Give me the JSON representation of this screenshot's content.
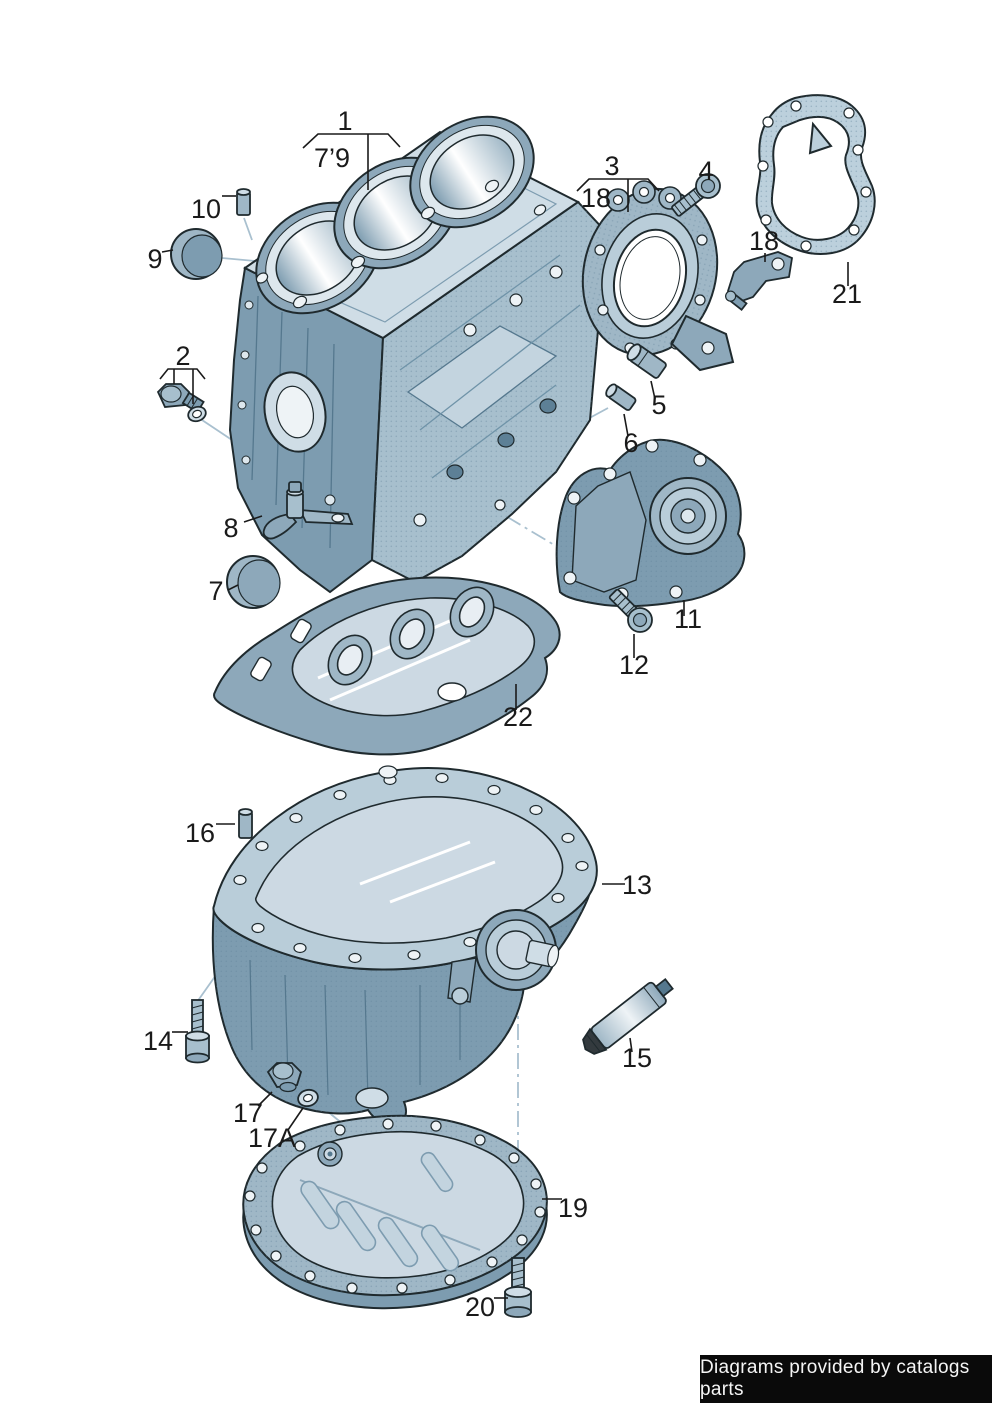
{
  "callouts": {
    "c1": "1",
    "c7_9": "7’9",
    "c10": "10",
    "c9": "9",
    "c2": "2",
    "c8": "8",
    "c7": "7",
    "c3": "3",
    "c18a": "18",
    "c4": "4",
    "c18b": "18",
    "c21": "21",
    "c5": "5",
    "c6": "6",
    "c11": "11",
    "c12": "12",
    "c22": "22",
    "c16": "16",
    "c13": "13",
    "c14": "14",
    "c15": "15",
    "c17": "17",
    "c17a": "17A",
    "c19": "19",
    "c20": "20"
  },
  "footer": {
    "credit": "Diagrams provided by catalogs parts"
  },
  "palette": {
    "outline": "#1f2a2e",
    "light": "#ccd9e3",
    "mid": "#8da8ba",
    "mid2": "#a7bfcd",
    "dark": "#5d8096",
    "leader": "#a9c0cf",
    "label": "#1a1a1a",
    "footer_bg": "#0a0a0a",
    "footer_text": "#f5f5f5"
  }
}
